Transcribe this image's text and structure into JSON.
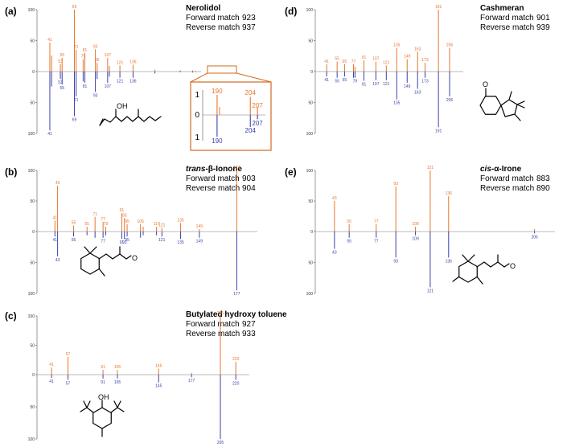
{
  "colors": {
    "library": "#e8742b",
    "sample": "#3a3fa8",
    "axis": "#555555",
    "inset_border": "#d2691e"
  },
  "icons": {
    "inset_zoom": "zoom-box",
    "molecules": [
      "nerolidol-structure",
      "ionone-structure",
      "bht-structure",
      "cashmeran-structure",
      "irone-structure"
    ]
  },
  "chart_data": [
    {
      "type": "bar",
      "panel": "(a)",
      "title": "Nerolidol",
      "forward_label": "Forward match",
      "forward_value": "923",
      "reverse_label": "Reverse match",
      "reverse_value": "937",
      "ylim": [
        -100,
        100
      ],
      "yticks": [
        "100",
        "50",
        "0",
        "50",
        "100"
      ],
      "xlim": [
        30,
        210
      ],
      "series": [
        {
          "name": "",
          "role": "library",
          "x": [
            41,
            43,
            53,
            55,
            69,
            71,
            79,
            81,
            93,
            95,
            107,
            109,
            121,
            136,
            161,
            189,
            190,
            204,
            207
          ],
          "values": [
            47,
            26,
            12,
            22,
            100,
            35,
            20,
            30,
            36,
            14,
            22,
            9,
            10,
            11,
            3,
            1,
            1.8,
            1.8,
            0.8
          ]
        },
        {
          "name": "",
          "role": "sample",
          "x": [
            41,
            43,
            53,
            55,
            69,
            71,
            79,
            81,
            93,
            95,
            107,
            109,
            121,
            136,
            161,
            190,
            204,
            207
          ],
          "values": [
            -95,
            -24,
            -12,
            -21,
            -72,
            -40,
            -16,
            -18,
            -33,
            -12,
            -18,
            -8,
            -10,
            -10,
            -3,
            -1,
            -1.5,
            -0.8
          ]
        }
      ],
      "labels_top": [
        [
          "41",
          41
        ],
        [
          "55",
          55
        ],
        [
          "53",
          53
        ],
        [
          "69",
          69
        ],
        [
          "71",
          71
        ],
        [
          "79",
          79
        ],
        [
          "81",
          81
        ],
        [
          "93",
          93
        ],
        [
          "95",
          95
        ],
        [
          "107",
          107
        ],
        [
          "121",
          121
        ],
        [
          "136",
          136
        ]
      ],
      "labels_bottom": [
        [
          "41",
          41
        ],
        [
          "53",
          53
        ],
        [
          "55",
          55
        ],
        [
          "69",
          69
        ],
        [
          "71",
          71
        ],
        [
          "81",
          81
        ],
        [
          "93",
          93
        ],
        [
          "107",
          107
        ],
        [
          "121",
          121
        ],
        [
          "136",
          136
        ]
      ],
      "inset": {
        "yticks": [
          "1",
          "0",
          "1"
        ],
        "top_labels": [
          "190",
          "204",
          "207"
        ],
        "bottom_labels": [
          "204",
          "207",
          "190"
        ]
      }
    },
    {
      "type": "bar",
      "panel": "(b)",
      "title_prefix": "trans",
      "title": "-β-Ionone",
      "forward_label": "Forward match",
      "forward_value": "903",
      "reverse_label": "Reverse match",
      "reverse_value": "904",
      "ylim": [
        -100,
        100
      ],
      "yticks": [
        "100",
        "50",
        "0",
        "50",
        "100"
      ],
      "xlim": [
        30,
        190
      ],
      "series": [
        {
          "name": "",
          "role": "library",
          "x": [
            41,
            43,
            55,
            65,
            71,
            77,
            79,
            91,
            93,
            95,
            105,
            107,
            117,
            121,
            135,
            149,
            177
          ],
          "values": [
            18,
            75,
            10,
            8,
            24,
            16,
            8,
            30,
            22,
            12,
            12,
            8,
            8,
            6,
            14,
            4,
            100
          ]
        },
        {
          "name": "",
          "role": "sample",
          "x": [
            41,
            43,
            55,
            65,
            71,
            77,
            79,
            91,
            93,
            95,
            105,
            107,
            117,
            121,
            135,
            149,
            177
          ],
          "values": [
            -8,
            -40,
            -8,
            -6,
            -10,
            -10,
            -6,
            -12,
            -12,
            -8,
            -10,
            -6,
            -6,
            -8,
            -12,
            -10,
            -95
          ]
        }
      ],
      "labels_top": [
        [
          "43",
          43
        ],
        [
          "41",
          41
        ],
        [
          "55",
          55
        ],
        [
          "65",
          65
        ],
        [
          "71",
          71
        ],
        [
          "77",
          77
        ],
        [
          "79",
          79
        ],
        [
          "91",
          91
        ],
        [
          "93",
          93
        ],
        [
          "95",
          95
        ],
        [
          "105",
          105
        ],
        [
          "117",
          117
        ],
        [
          "121",
          121
        ],
        [
          "135",
          135
        ],
        [
          "149",
          149
        ],
        [
          "177",
          177
        ]
      ],
      "labels_bottom": [
        [
          "41",
          41
        ],
        [
          "43",
          43
        ],
        [
          "55",
          55
        ],
        [
          "77",
          77
        ],
        [
          "91",
          91
        ],
        [
          "93",
          93
        ],
        [
          "95",
          95
        ],
        [
          "121",
          121
        ],
        [
          "135",
          135
        ],
        [
          "149",
          149
        ],
        [
          "177",
          177
        ]
      ]
    },
    {
      "type": "bar",
      "panel": "(c)",
      "title": "Butylated hydroxy toluene",
      "forward_label": "Forward match",
      "forward_value": "927",
      "reverse_label": "Reverse match",
      "reverse_value": "933",
      "ylim": [
        -100,
        100
      ],
      "yticks": [
        "100",
        "50",
        "0",
        "50",
        "100"
      ],
      "xlim": [
        30,
        230
      ],
      "series": [
        {
          "name": "",
          "role": "library",
          "x": [
            41,
            57,
            91,
            105,
            145,
            177,
            205,
            220
          ],
          "values": [
            12,
            30,
            8,
            8,
            10,
            3,
            100,
            22
          ]
        },
        {
          "name": "",
          "role": "sample",
          "x": [
            41,
            57,
            91,
            105,
            145,
            177,
            205,
            220
          ],
          "values": [
            -5,
            -8,
            -6,
            -6,
            -12,
            -4,
            -100,
            -8
          ]
        }
      ],
      "labels_top": [
        [
          "41",
          41
        ],
        [
          "57",
          57
        ],
        [
          "91",
          91
        ],
        [
          "105",
          105
        ],
        [
          "145",
          145
        ],
        [
          "205",
          205
        ],
        [
          "220",
          220
        ]
      ],
      "labels_bottom": [
        [
          "41",
          41
        ],
        [
          "57",
          57
        ],
        [
          "91",
          91
        ],
        [
          "105",
          105
        ],
        [
          "145",
          145
        ],
        [
          "177",
          177
        ],
        [
          "205",
          205
        ],
        [
          "220",
          220
        ]
      ]
    },
    {
      "type": "bar",
      "panel": "(d)",
      "title": "Cashmeran",
      "forward_label": "Forward match",
      "forward_value": "901",
      "reverse_label": "Reverse match",
      "reverse_value": "939",
      "ylim": [
        -100,
        100
      ],
      "yticks": [
        "100",
        "50",
        "0",
        "50",
        "100"
      ],
      "xlim": [
        30,
        220
      ],
      "series": [
        {
          "name": "",
          "role": "library",
          "x": [
            41,
            55,
            65,
            77,
            79,
            91,
            107,
            121,
            135,
            149,
            163,
            173,
            191,
            206
          ],
          "values": [
            12,
            16,
            12,
            12,
            8,
            18,
            16,
            10,
            38,
            20,
            32,
            14,
            100,
            38
          ]
        },
        {
          "name": "",
          "role": "sample",
          "x": [
            41,
            55,
            65,
            77,
            79,
            91,
            107,
            121,
            135,
            149,
            163,
            173,
            191,
            206
          ],
          "values": [
            -8,
            -10,
            -8,
            -10,
            -10,
            -15,
            -14,
            -14,
            -45,
            -18,
            -28,
            -10,
            -90,
            -40
          ]
        }
      ],
      "labels_top": [
        [
          "41",
          41
        ],
        [
          "55",
          55
        ],
        [
          "65",
          65
        ],
        [
          "77",
          77
        ],
        [
          "91",
          91
        ],
        [
          "107",
          107
        ],
        [
          "121",
          121
        ],
        [
          "135",
          135
        ],
        [
          "149",
          149
        ],
        [
          "163",
          163
        ],
        [
          "173",
          173
        ],
        [
          "191",
          191
        ],
        [
          "206",
          206
        ]
      ],
      "labels_bottom": [
        [
          "41",
          41
        ],
        [
          "55",
          55
        ],
        [
          "65",
          65
        ],
        [
          "79",
          79
        ],
        [
          "91",
          91
        ],
        [
          "107",
          107
        ],
        [
          "121",
          121
        ],
        [
          "135",
          135
        ],
        [
          "149",
          149
        ],
        [
          "163",
          163
        ],
        [
          "173",
          173
        ],
        [
          "191",
          191
        ],
        [
          "206",
          206
        ]
      ]
    },
    {
      "type": "bar",
      "panel": "(e)",
      "title_prefix": "cis",
      "title": "-α-Irone",
      "forward_label": "Forward match",
      "forward_value": "883",
      "reverse_label": "Reverse match",
      "reverse_value": "890",
      "ylim": [
        -100,
        100
      ],
      "yticks": [
        "100",
        "50",
        "0",
        "50",
        "100"
      ],
      "xlim": [
        30,
        220
      ],
      "series": [
        {
          "name": "",
          "role": "library",
          "x": [
            43,
            55,
            77,
            93,
            109,
            121,
            136,
            206
          ],
          "values": [
            50,
            12,
            12,
            74,
            8,
            100,
            58,
            4
          ]
        },
        {
          "name": "",
          "role": "sample",
          "x": [
            43,
            55,
            77,
            93,
            109,
            121,
            136,
            206
          ],
          "values": [
            -28,
            -10,
            -10,
            -42,
            -6,
            -90,
            -42,
            -3
          ]
        }
      ],
      "labels_top": [
        [
          "43",
          43
        ],
        [
          "55",
          55
        ],
        [
          "77",
          77
        ],
        [
          "93",
          93
        ],
        [
          "109",
          109
        ],
        [
          "121",
          121
        ],
        [
          "136",
          136
        ]
      ],
      "labels_bottom": [
        [
          "43",
          43
        ],
        [
          "55",
          55
        ],
        [
          "77",
          77
        ],
        [
          "93",
          93
        ],
        [
          "109",
          109
        ],
        [
          "121",
          121
        ],
        [
          "136",
          136
        ],
        [
          "206",
          206
        ]
      ]
    }
  ]
}
